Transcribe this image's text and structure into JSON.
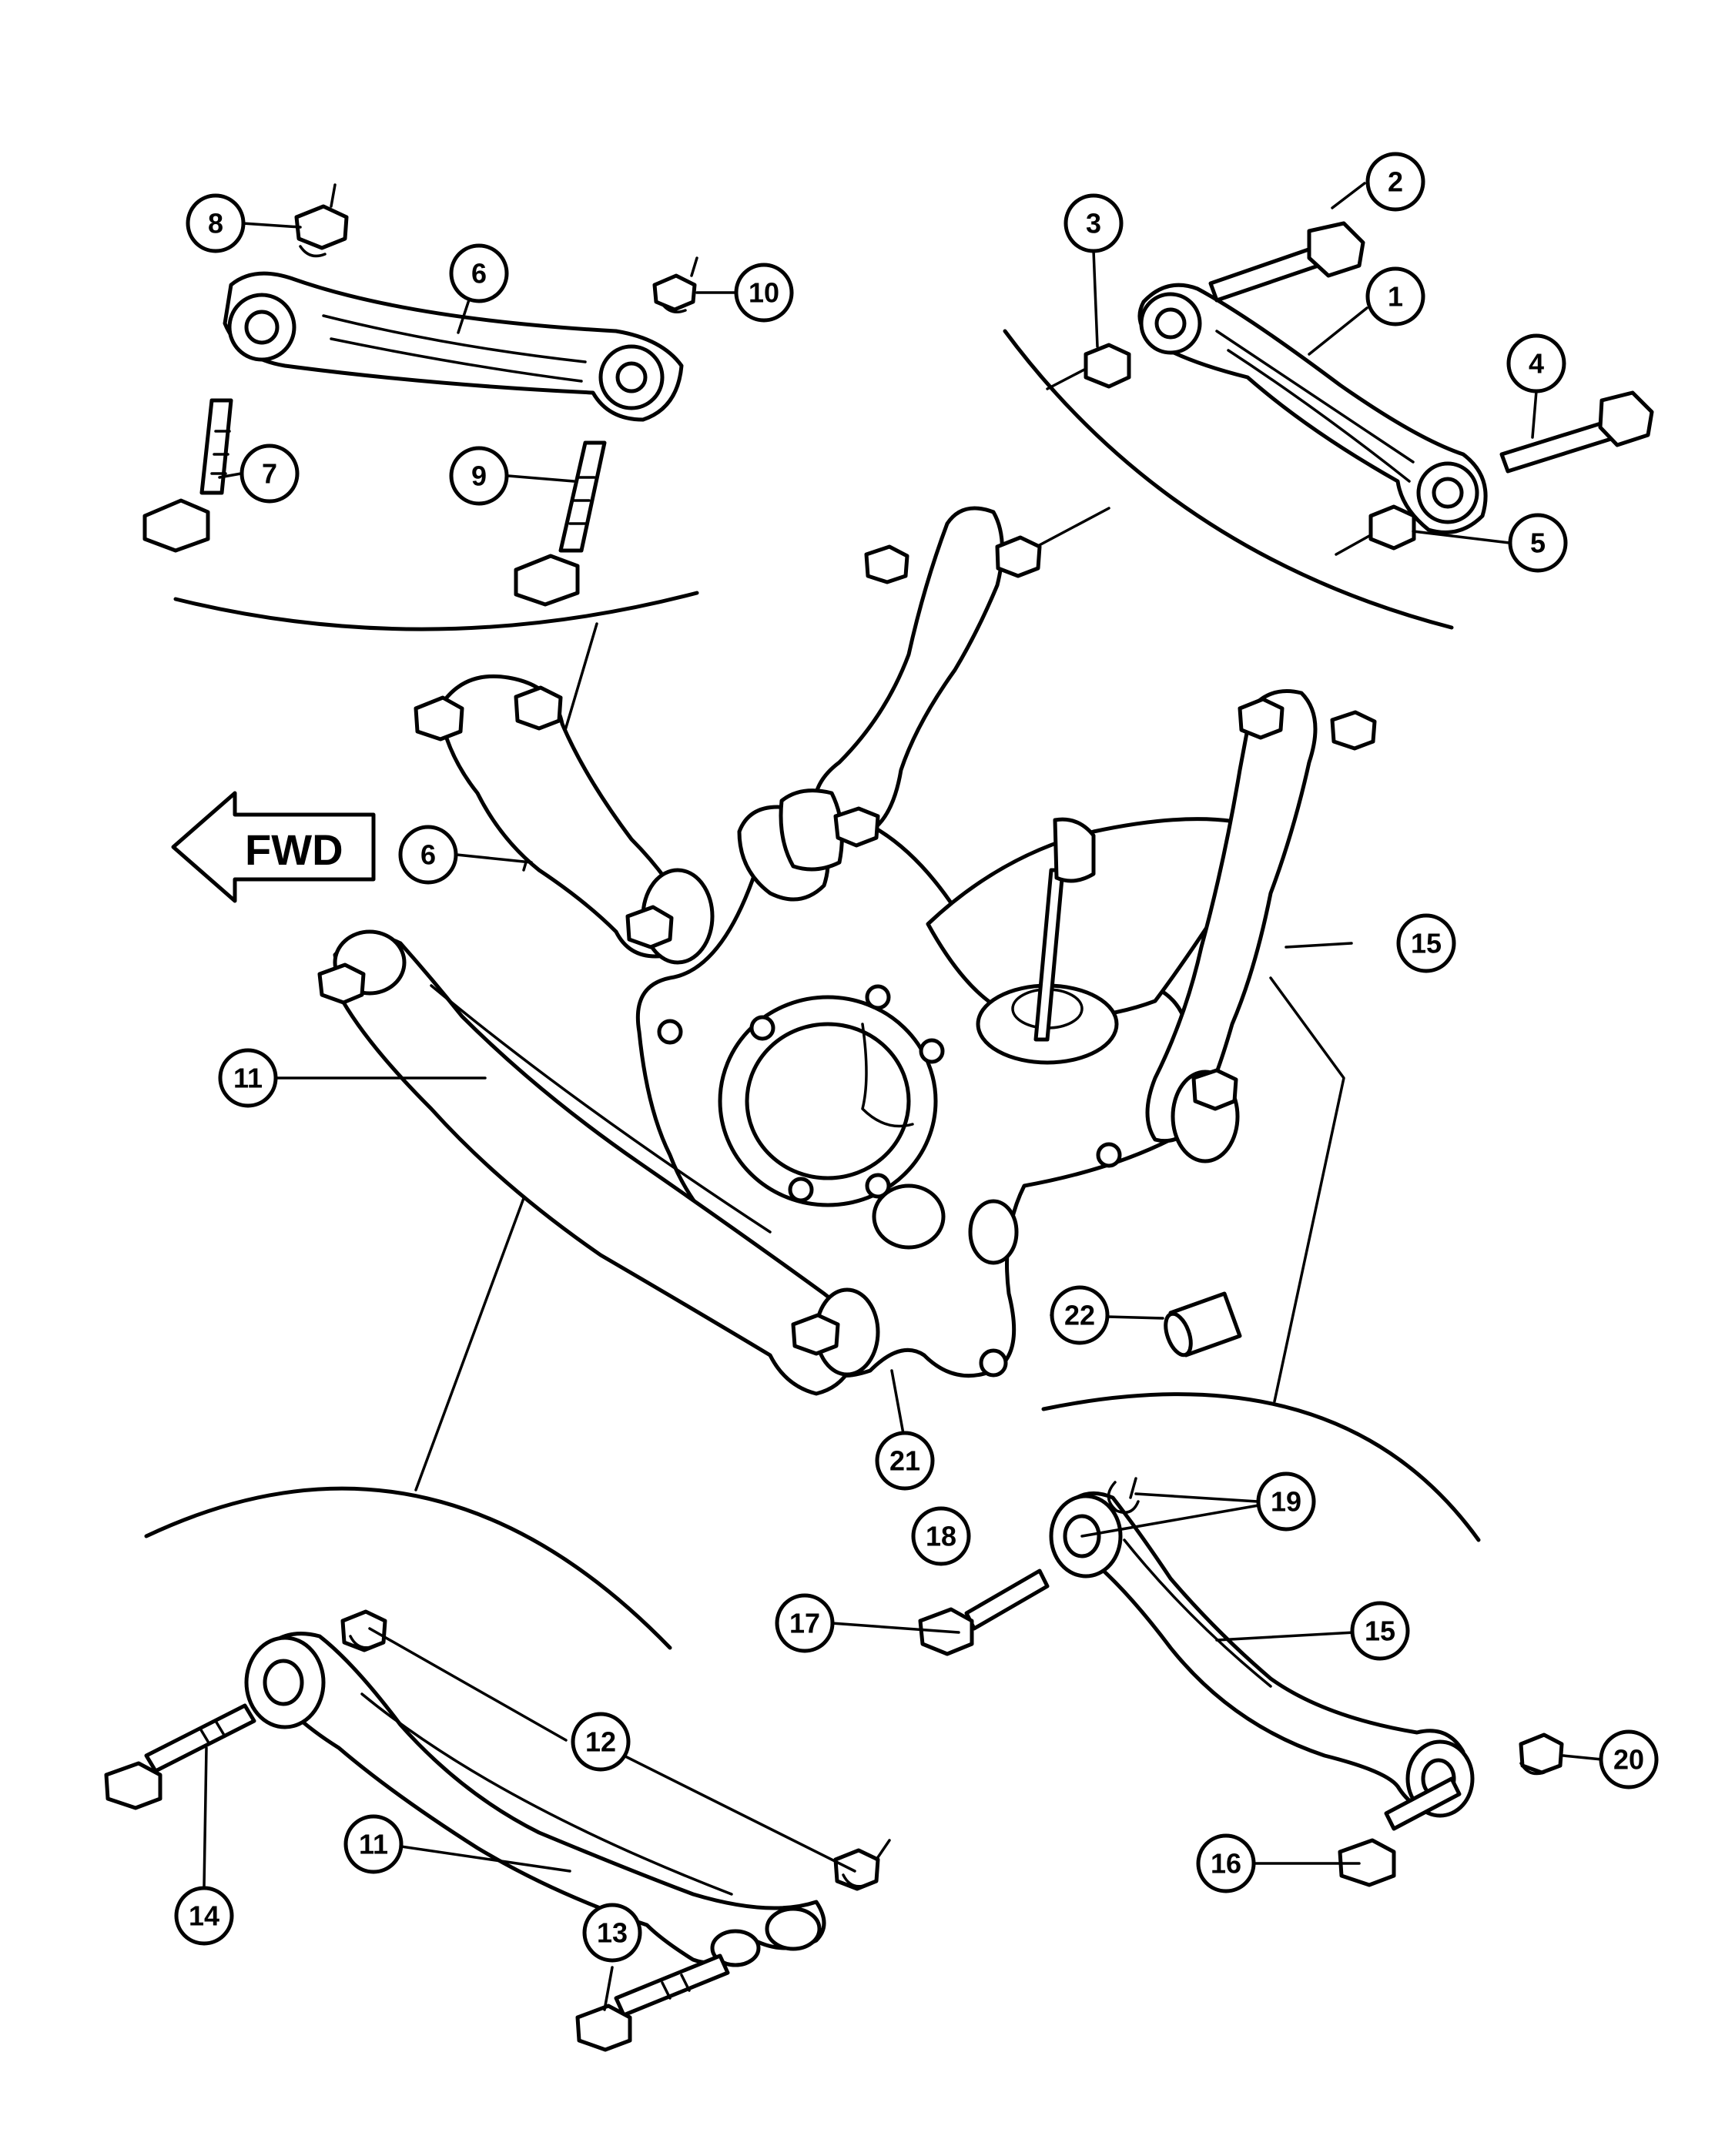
{
  "direction_label": "FWD",
  "callouts": {
    "c1": "1",
    "c2": "2",
    "c3": "3",
    "c4": "4",
    "c5": "5",
    "c6_top": "6",
    "c6_main": "6",
    "c7": "7",
    "c8": "8",
    "c9": "9",
    "c10": "10",
    "c11_main": "11",
    "c11_bottom": "11",
    "c12": "12",
    "c13": "13",
    "c14": "14",
    "c15_main": "15",
    "c15_bottom": "15",
    "c16": "16",
    "c17": "17",
    "c18": "18",
    "c19": "19",
    "c20": "20",
    "c21": "21",
    "c22": "22"
  }
}
